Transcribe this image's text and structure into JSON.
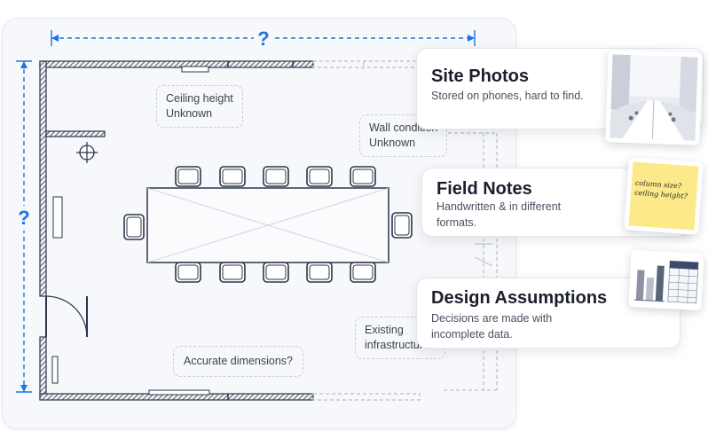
{
  "dimension_marks": {
    "width_mark": "?",
    "height_mark": "?"
  },
  "plan_notes": {
    "ceiling": [
      "Ceiling height",
      "Unknown"
    ],
    "wall": [
      "Wall condition",
      "Unknown"
    ],
    "infrastructure": [
      "Existing",
      "infrastructure?"
    ],
    "dimensions": [
      "Accurate dimensions?"
    ]
  },
  "cards": {
    "site_photos": {
      "title": "Site Photos",
      "description": "Stored on phones, hard to find."
    },
    "field_notes": {
      "title": "Field Notes",
      "description_lines": [
        "Handwritten & in different",
        "formats."
      ],
      "sticky_note_text": [
        "column size?",
        "ceiling height?"
      ]
    },
    "design_assumptions": {
      "title": "Design Assumptions",
      "description_lines": [
        "Decisions are made with",
        "incomplete data."
      ]
    }
  },
  "colors": {
    "accent": "#1a73e8",
    "wall": "#2b3548",
    "sticky_note": "#fbe98a"
  }
}
